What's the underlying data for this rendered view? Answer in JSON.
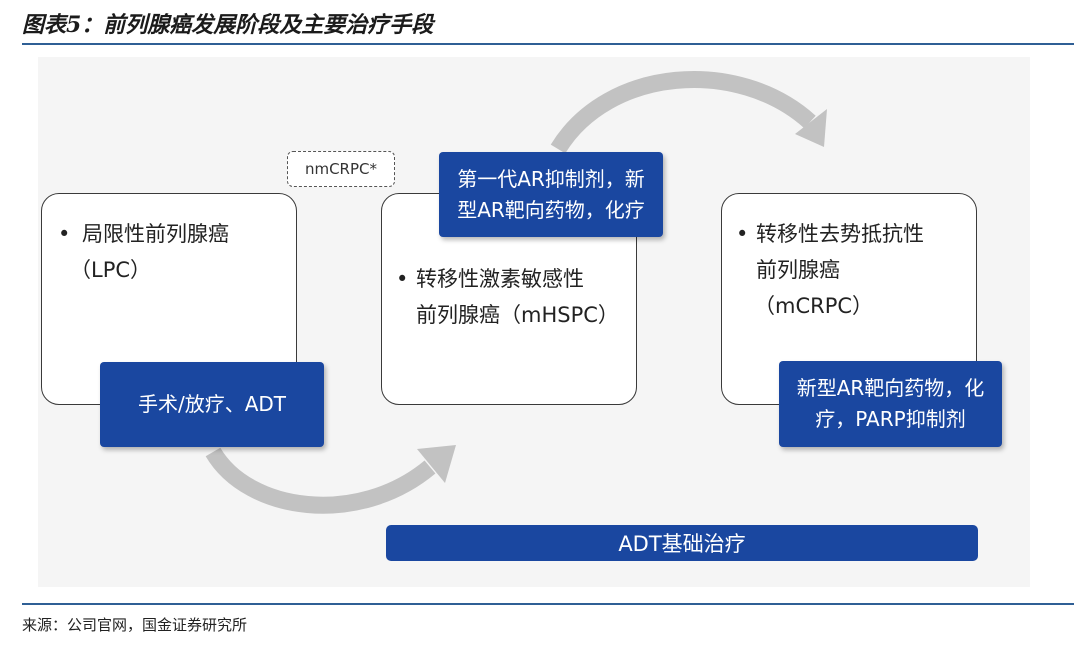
{
  "title": "图表5：前列腺癌发展阶段及主要治疗手段",
  "source": "来源：公司官网，国金证券研究所",
  "diagram": {
    "stages": [
      {
        "bullet": "•",
        "lines": [
          "局限性前列腺癌",
          "（LPC）"
        ]
      },
      {
        "bullet": "•",
        "lines": [
          "转移性激素敏感性",
          "前列腺癌（mHSPC）"
        ]
      },
      {
        "bullet": "•",
        "lines": [
          "转移性去势抵抗性",
          "前列腺癌",
          "（mCRPC）"
        ]
      }
    ],
    "treatments": [
      {
        "lines": [
          "手术/放疗、ADT"
        ]
      },
      {
        "lines": [
          "第一代AR抑制剂，新",
          "型AR靶向药物，化疗"
        ]
      },
      {
        "lines": [
          "新型AR靶向药物，化",
          "疗，PARP抑制剂"
        ]
      }
    ],
    "intermediate_stage": "nmCRPC*",
    "base_therapy": "ADT基础治疗"
  },
  "colors": {
    "treatment_fill": "#1a47a0",
    "rule": "#2f5f95",
    "arrow": "#c2c2c2"
  }
}
